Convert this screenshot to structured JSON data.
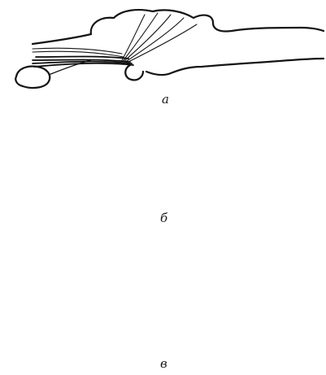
{
  "labels": {
    "a": "а",
    "b": "б",
    "c": "в"
  },
  "colors": {
    "ink": "#141414",
    "background": "#ffffff"
  }
}
